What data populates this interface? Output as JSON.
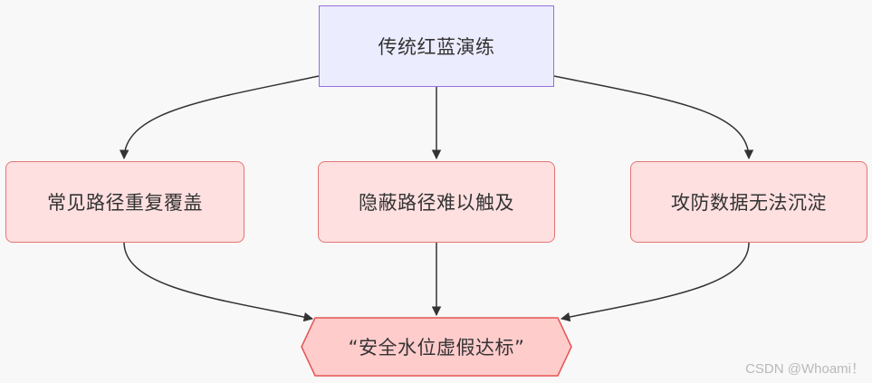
{
  "diagram": {
    "top_node": "传统红蓝演练",
    "middle_nodes": [
      "常见路径重复覆盖",
      "隐蔽路径难以触及",
      "攻防数据无法沉淀"
    ],
    "result_node": "“安全水位虚假达标”"
  },
  "watermark": "CSDN @Whoami！",
  "colors": {
    "top_fill": "#ececff",
    "top_border": "#9370db",
    "cause_fill": "#ffe0e0",
    "cause_border": "#e57373",
    "result_fill": "#ffcccc",
    "result_border": "#e55353",
    "edge": "#333333",
    "background": "#f8f8f8"
  }
}
